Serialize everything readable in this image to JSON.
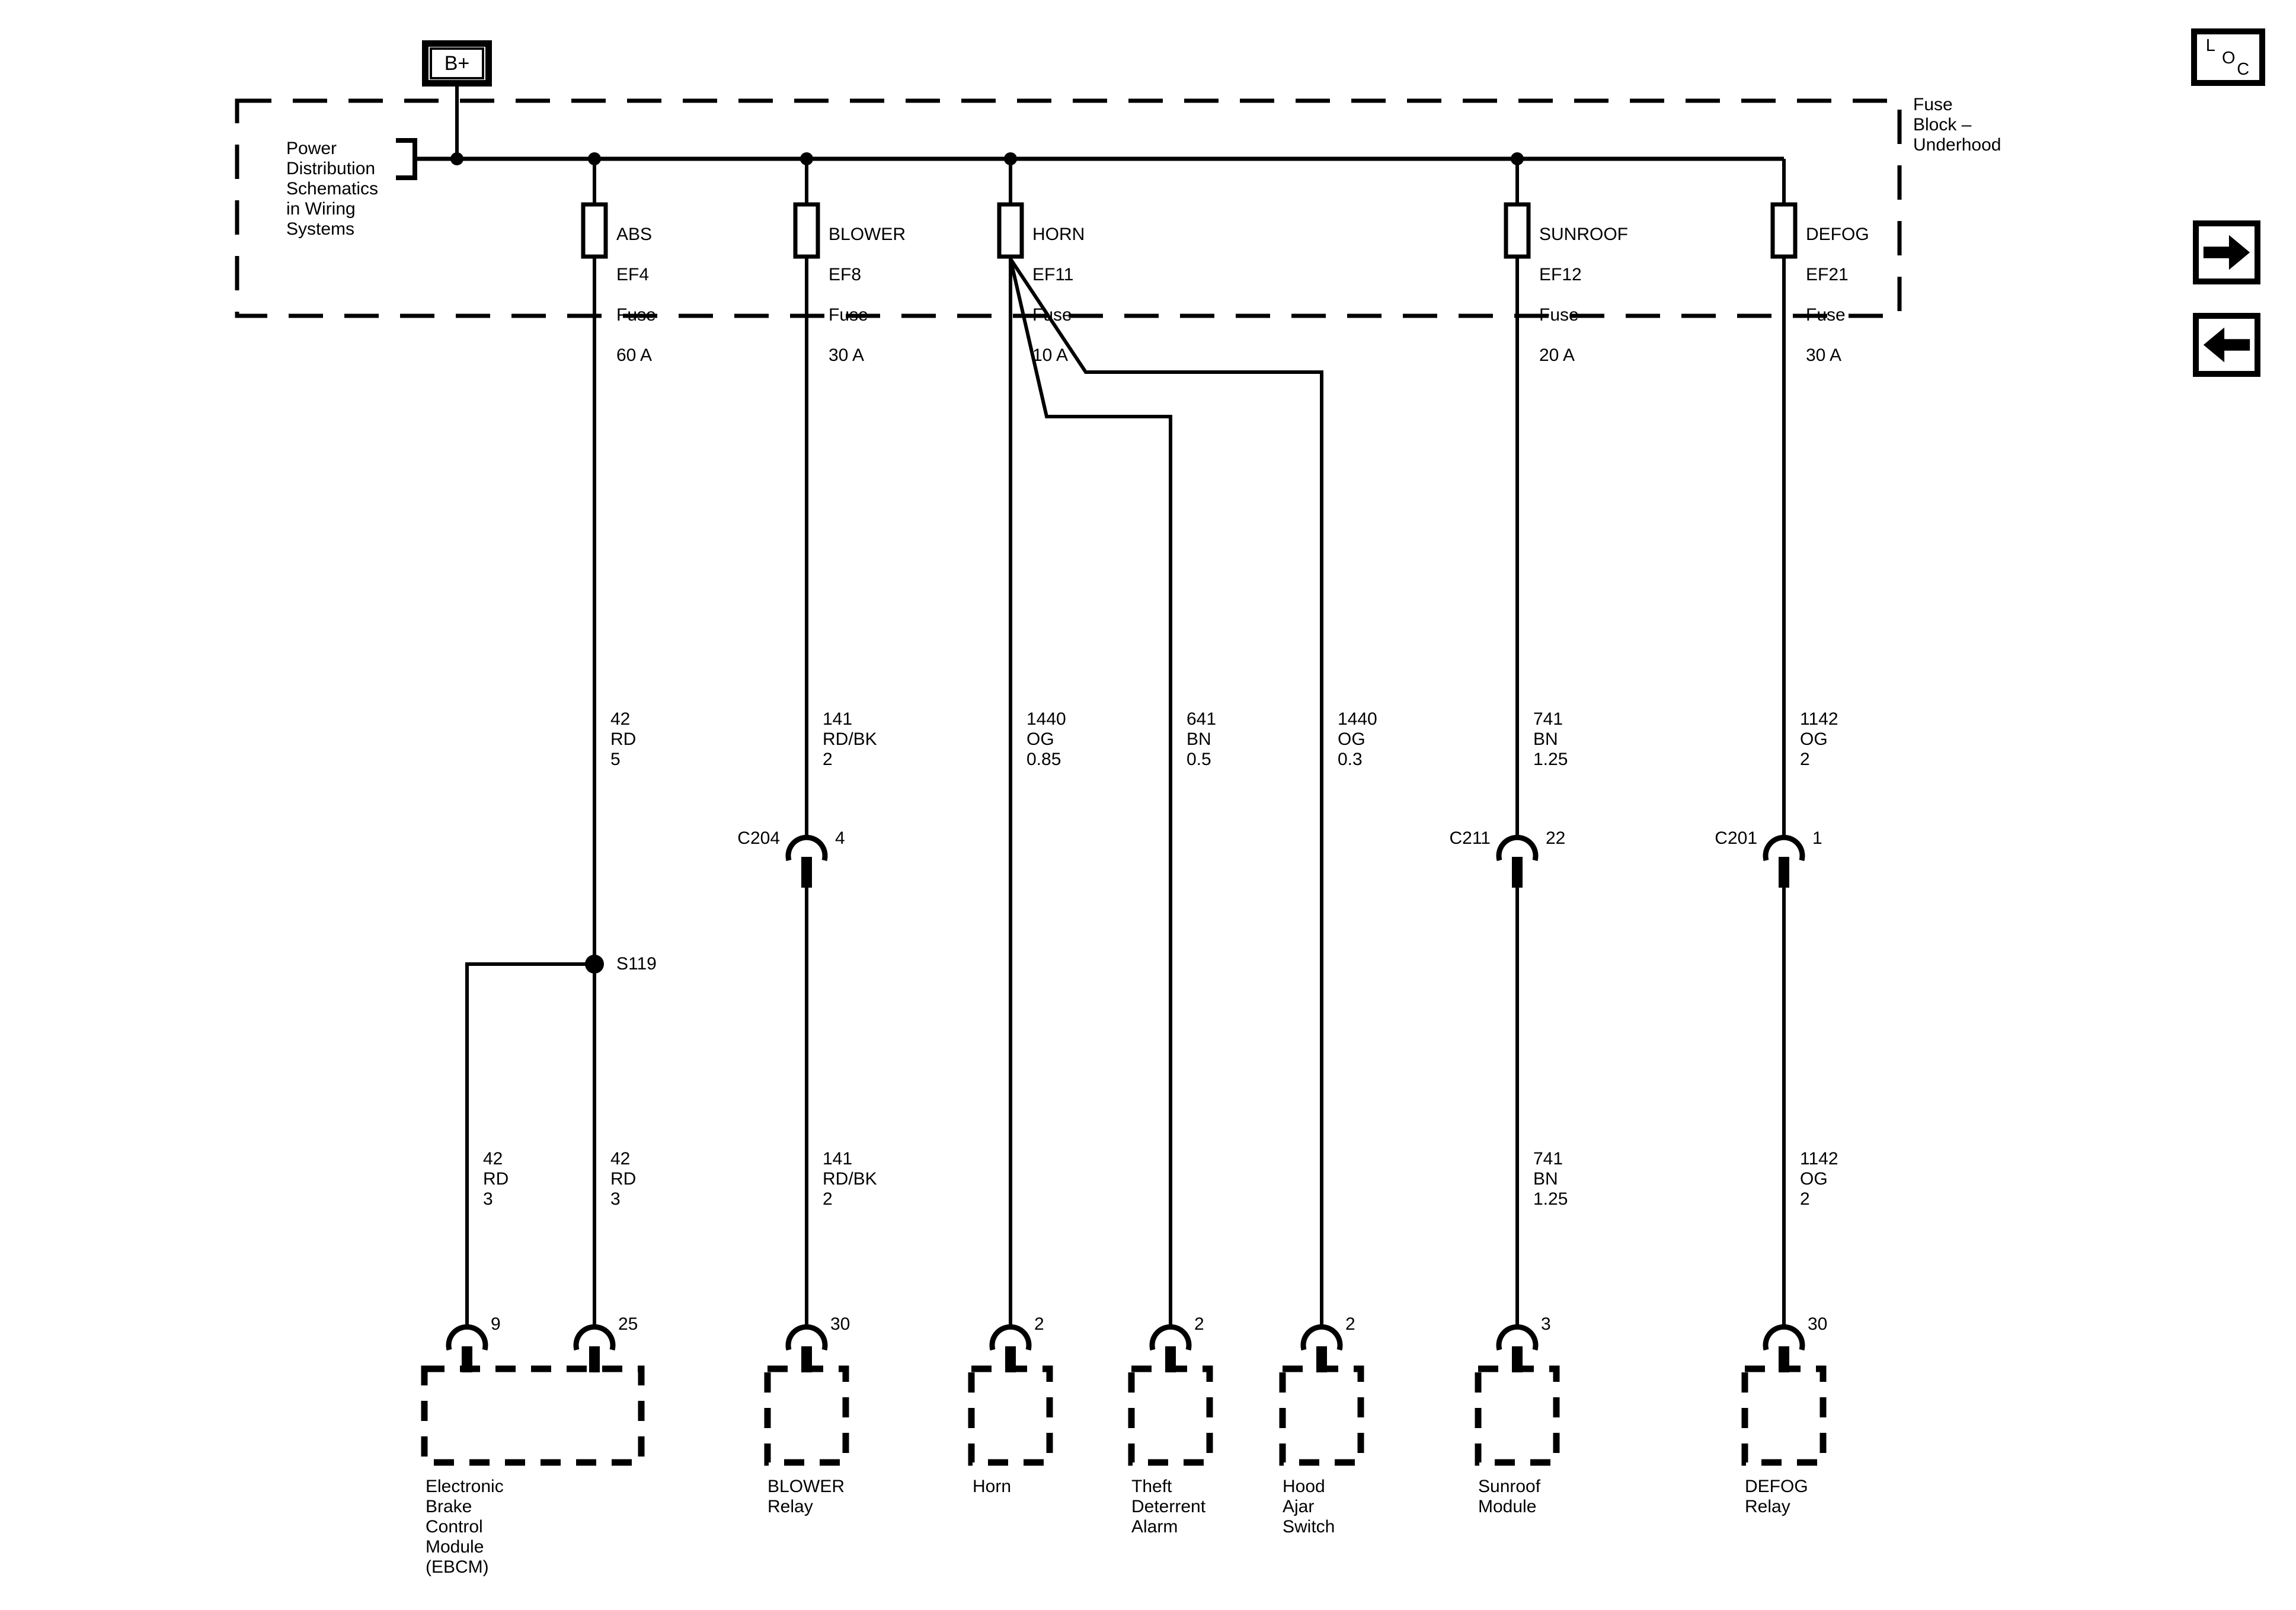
{
  "diagram": {
    "b_plus": "B+",
    "power_note": "Power\nDistribution\nSchematics\nin Wiring\nSystems",
    "fuse_block_label": "Fuse\nBlock –\nUnderhood",
    "loc_letters": {
      "l": "L",
      "o": "O",
      "c": "C"
    },
    "fuses": [
      {
        "name": "ABS",
        "id": "EF4",
        "kind": "Fuse",
        "rating": "60 A"
      },
      {
        "name": "BLOWER",
        "id": "EF8",
        "kind": "Fuse",
        "rating": "30 A"
      },
      {
        "name": "HORN",
        "id": "EF11",
        "kind": "Fuse",
        "rating": "10 A"
      },
      {
        "name": "SUNROOF",
        "id": "EF12",
        "kind": "Fuse",
        "rating": "20 A"
      },
      {
        "name": "DEFOG",
        "id": "EF21",
        "kind": "Fuse",
        "rating": "30 A"
      }
    ],
    "upper_wires": [
      {
        "circuit": "42",
        "color": "RD",
        "gauge": "5"
      },
      {
        "circuit": "141",
        "color": "RD/BK",
        "gauge": "2"
      },
      {
        "circuit": "1440",
        "color": "OG",
        "gauge": "0.85"
      },
      {
        "circuit": "641",
        "color": "BN",
        "gauge": "0.5"
      },
      {
        "circuit": "1440",
        "color": "OG",
        "gauge": "0.3"
      },
      {
        "circuit": "741",
        "color": "BN",
        "gauge": "1.25"
      },
      {
        "circuit": "1142",
        "color": "OG",
        "gauge": "2"
      }
    ],
    "inline_connectors": [
      {
        "name": "C204",
        "pin": "4"
      },
      {
        "name": "C211",
        "pin": "22"
      },
      {
        "name": "C201",
        "pin": "1"
      }
    ],
    "splice": "S119",
    "lower_wires": [
      {
        "circuit": "42",
        "color": "RD",
        "gauge": "3"
      },
      {
        "circuit": "42",
        "color": "RD",
        "gauge": "3"
      },
      {
        "circuit": "141",
        "color": "RD/BK",
        "gauge": "2"
      },
      {
        "circuit": "741",
        "color": "BN",
        "gauge": "1.25"
      },
      {
        "circuit": "1142",
        "color": "OG",
        "gauge": "2"
      }
    ],
    "terminal_pins": [
      "9",
      "25",
      "30",
      "2",
      "2",
      "2",
      "3",
      "30"
    ],
    "components": [
      "Electronic\nBrake\nControl\nModule\n(EBCM)",
      "BLOWER\nRelay",
      "Horn",
      "Theft\nDeterrent\nAlarm",
      "Hood\nAjar\nSwitch",
      "Sunroof\nModule",
      "DEFOG\nRelay"
    ],
    "colors": {
      "line": "#000000",
      "background": "#ffffff"
    }
  }
}
